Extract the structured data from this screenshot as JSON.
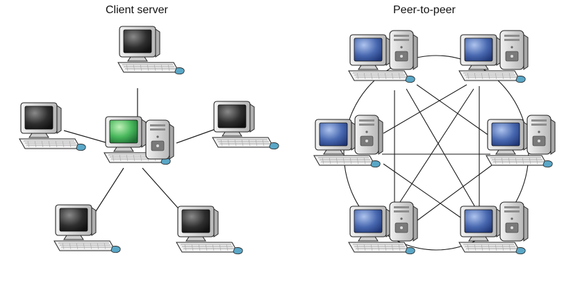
{
  "titles": {
    "client_server": "Client server",
    "peer_to_peer": "Peer-to-peer"
  },
  "diagrams": {
    "client_server": {
      "nodes": [
        "server",
        "client-top",
        "client-left",
        "client-right",
        "client-bottom-left",
        "client-bottom-right"
      ],
      "links": [
        [
          "server",
          "client-top"
        ],
        [
          "server",
          "client-left"
        ],
        [
          "server",
          "client-right"
        ],
        [
          "server",
          "client-bottom-left"
        ],
        [
          "server",
          "client-bottom-right"
        ]
      ]
    },
    "peer_to_peer": {
      "nodes": [
        "peer-top-left",
        "peer-top-right",
        "peer-mid-left",
        "peer-mid-right",
        "peer-bottom-left",
        "peer-bottom-right"
      ],
      "links": [
        [
          "peer-top-left",
          "peer-bottom-left"
        ],
        [
          "peer-top-right",
          "peer-bottom-right"
        ],
        [
          "peer-mid-left",
          "peer-mid-right"
        ],
        [
          "peer-top-left",
          "peer-mid-right"
        ],
        [
          "peer-top-left",
          "peer-bottom-right"
        ],
        [
          "peer-top-right",
          "peer-mid-left"
        ],
        [
          "peer-top-right",
          "peer-bottom-left"
        ],
        [
          "peer-mid-left",
          "peer-bottom-right"
        ],
        [
          "peer-mid-right",
          "peer-bottom-left"
        ]
      ],
      "ring": true
    }
  },
  "colors": {
    "line": "#1a1a1a",
    "case": "#d9d9d9",
    "case_shadow": "#9a9a9a",
    "screen_client": "#2b2b2b",
    "screen_server": "#3fae55",
    "screen_peer": "#3e5da6",
    "mouse": "#5aa7c7",
    "keyboard": "#eeeeee"
  }
}
